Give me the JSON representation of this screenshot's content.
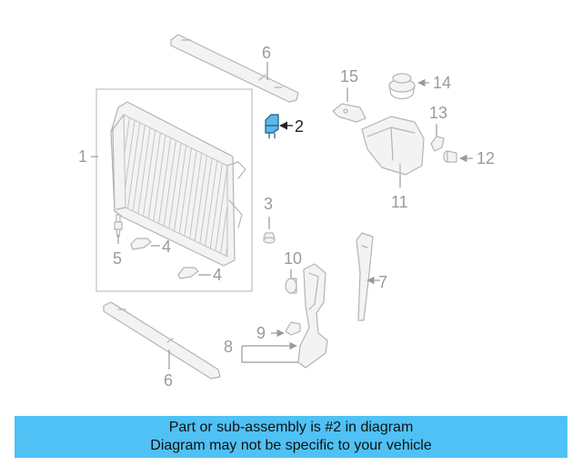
{
  "diagram": {
    "labels": [
      "1",
      "2",
      "3",
      "4",
      "4",
      "5",
      "6",
      "6",
      "7",
      "8",
      "9",
      "10",
      "11",
      "12",
      "13",
      "14",
      "15"
    ],
    "highlight_part": "2",
    "highlight_color": "#5bb8e8"
  },
  "banner": {
    "line1": "Part or sub-assembly is #2 in diagram",
    "line2": "Diagram may not be specific to your vehicle",
    "background": "#4fc1f5"
  }
}
